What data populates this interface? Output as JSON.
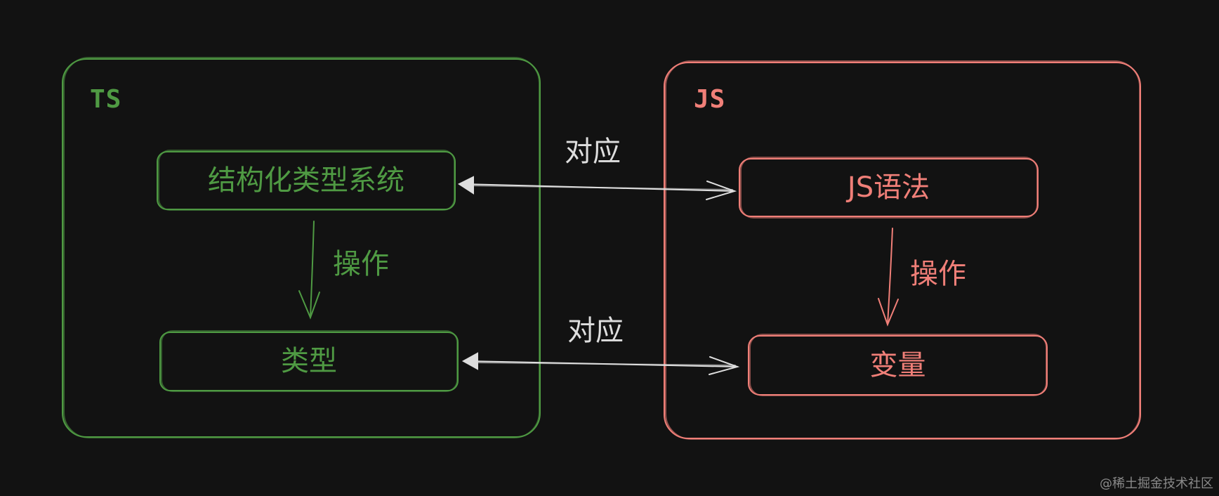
{
  "ts_group": {
    "title": "TS",
    "top_node": "结构化类型系统",
    "bottom_node": "类型",
    "edge_label": "操作"
  },
  "js_group": {
    "title": "JS",
    "top_node": "JS语法",
    "bottom_node": "变量",
    "edge_label": "操作"
  },
  "links": {
    "top_label": "对应",
    "bottom_label": "对应"
  },
  "watermark": "@稀土掘金技术社区",
  "colors": {
    "background": "#121212",
    "ts": "#4f9a43",
    "js": "#f07f78",
    "link": "#dedede"
  }
}
